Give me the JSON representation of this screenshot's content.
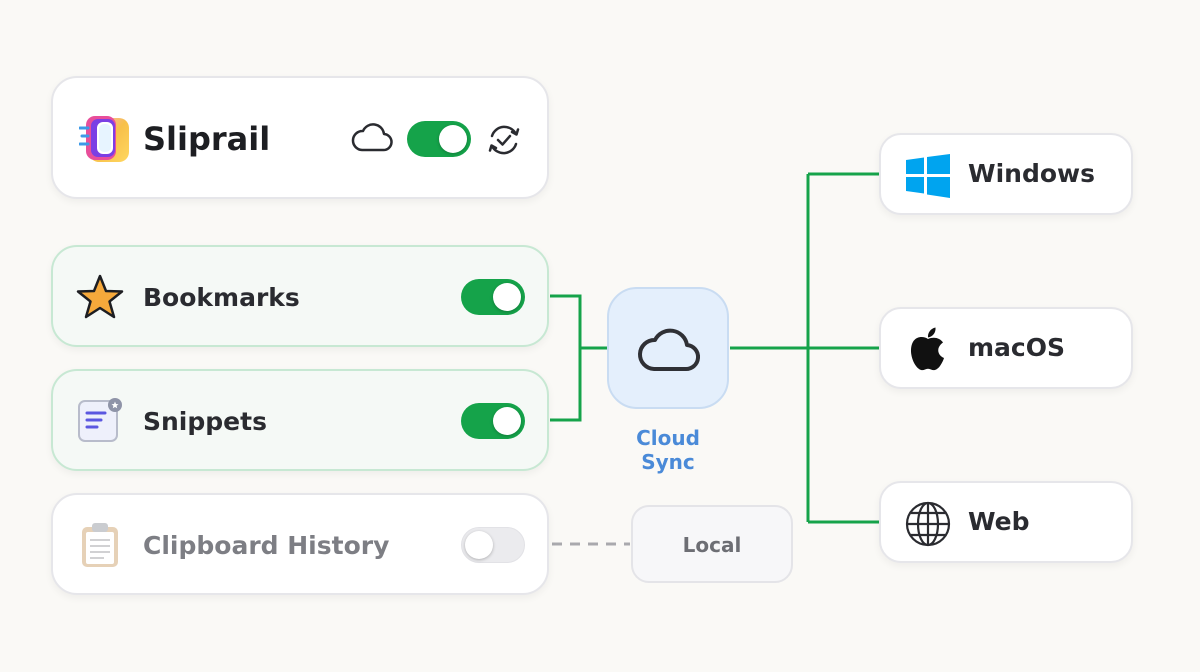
{
  "app": {
    "name": "Sliprail"
  },
  "features": [
    {
      "label": "Bookmarks",
      "enabled": true
    },
    {
      "label": "Snippets",
      "enabled": true
    },
    {
      "label": "Clipboard History",
      "enabled": false
    }
  ],
  "hub": {
    "label_line1": "Cloud",
    "label_line2": "Sync"
  },
  "local": {
    "label": "Local"
  },
  "platforms": [
    {
      "label": "Windows"
    },
    {
      "label": "macOS"
    },
    {
      "label": "Web"
    }
  ],
  "colors": {
    "accent_green": "#15a34a",
    "hub_blue": "#4a8ad8",
    "hub_fill": "#e4effc",
    "windows_blue": "#00a4ef"
  },
  "icons": {
    "header": [
      "sliprail-logo-icon",
      "cloud-icon",
      "sync-check-icon"
    ],
    "features": [
      "star-icon",
      "snippet-document-icon",
      "clipboard-icon"
    ],
    "hub": "cloud-icon",
    "platforms": [
      "windows-icon",
      "apple-icon",
      "globe-icon"
    ]
  }
}
